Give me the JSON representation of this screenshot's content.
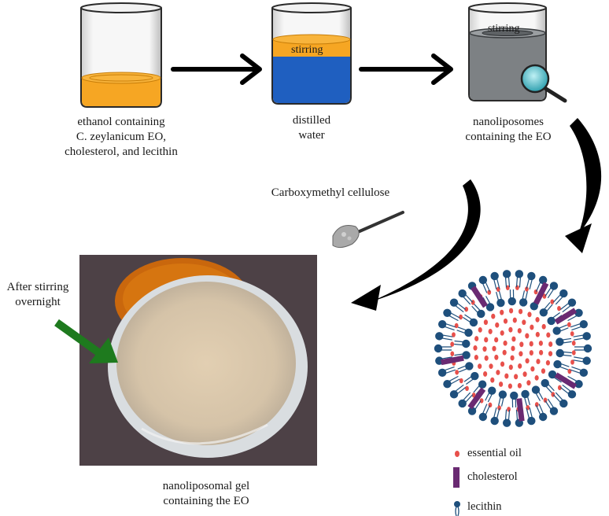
{
  "steps": {
    "step1_label": [
      "ethanol containing",
      "C. zeylanicum EO,",
      "cholesterol, and lecithin"
    ],
    "step2_label": [
      "distilled",
      "water"
    ],
    "step2_beaker_text": "stirring",
    "step3_label": [
      "nanoliposomes",
      "containing the EO"
    ],
    "step3_beaker_text": "stirring",
    "cmc_label": "Carboxymethyl cellulose",
    "photo_annotation": [
      "After stirring",
      "overnight"
    ],
    "final_label": [
      "nanoliposomal gel",
      "containing the EO"
    ]
  },
  "legend": {
    "essential_oil": "essential oil",
    "cholesterol": "cholesterol",
    "lecithin": "lecithin"
  },
  "colors": {
    "ethanol_solution": "#f6a623",
    "water": "#1f5fc0",
    "nanoliposome_liquid": "#7d8184",
    "essential_oil_dot": "#e8504b",
    "cholesterol_bar": "#6a2a72",
    "lecithin_head": "#1e4f7c",
    "arrow": "#000000",
    "annotation_arrow": "#1e7a1e",
    "photo_background": "#4d4146"
  },
  "icons": [
    "magnifier-icon",
    "spatula-icon"
  ]
}
